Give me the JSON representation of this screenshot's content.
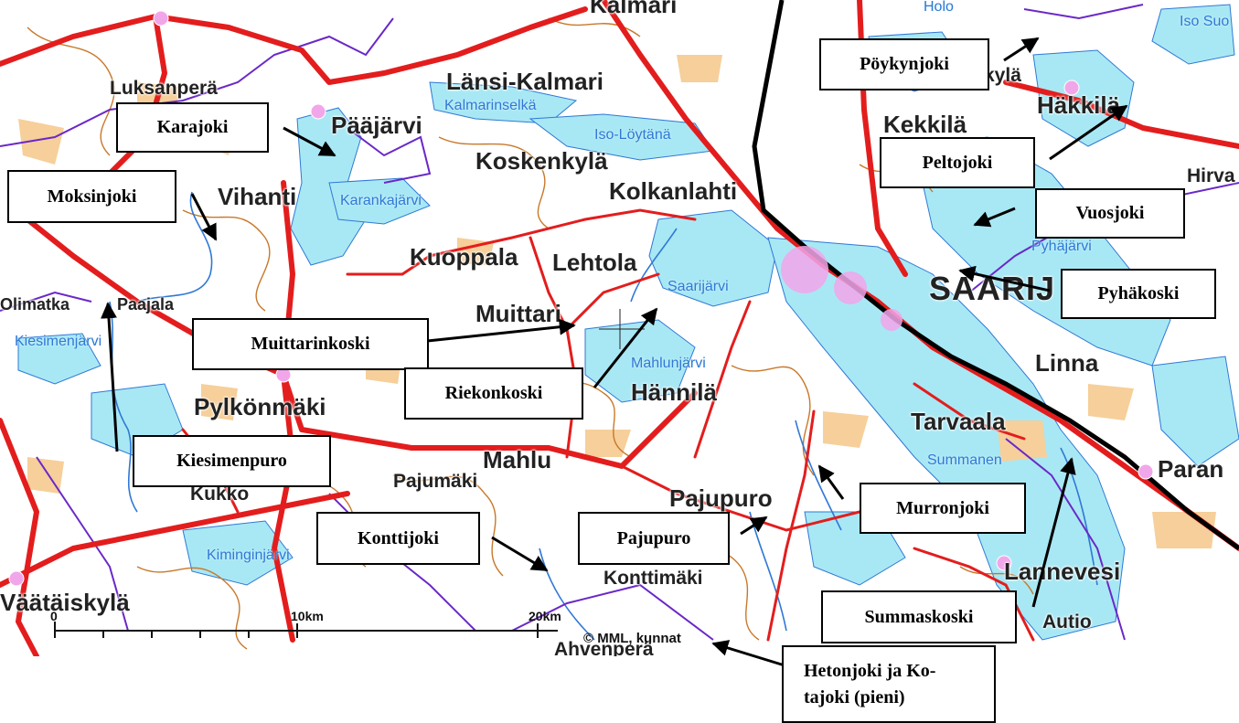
{
  "map": {
    "colors": {
      "water": "#a8e8f4",
      "land": "#ffffff",
      "contour": "#c8782a",
      "field": "#f6cf9a",
      "road_main": "#e31d1d",
      "railway": "#000000",
      "boundary": "#6a28c8",
      "town": "#f2a6ea"
    },
    "places": {
      "kalmari": "Kalmari",
      "luksanpera": "Luksanperä",
      "lansi_kalmari": "Länsi-Kalmari",
      "paajarvi": "Pääjärvi",
      "koskenkyla": "Koskenkylä",
      "kolkanlahti": "Kolkanlahti",
      "vihanti": "Vihanti",
      "kuoppala": "Kuoppala",
      "lehtola": "Lehtola",
      "muittari": "Muittari",
      "olimatka": "Olimatka",
      "paajala": "Paajala",
      "pylkonmaki": "Pylkönmäki",
      "hannila": "Hännilä",
      "mahlu": "Mahlu",
      "pajumaki": "Pajumäki",
      "kukko": "Kukko",
      "pajupuro": "Pajupuro",
      "konttimaki": "Konttimäki",
      "vaataiskyla": "Väätäiskylä",
      "ahvenpera": "Ahvenperä",
      "kekkila": "Kekkilä",
      "hakkila": "Häkkilä",
      "hirva": "Hirva",
      "saarijarvi": "SAARIJ",
      "linna": "Linna",
      "tarvaala": "Tarvaala",
      "parantala": "Paran",
      "lannevesi": "Lannevesi",
      "autio": "Autio",
      "kyla": "kylä"
    },
    "waters": {
      "kalmarinselka": "Kalmarinselkä",
      "iso_loytana": "Iso-Löytänä",
      "karankajarvi": "Karankajärvi",
      "saarijarvi_lake": "Saarijärvi",
      "mahlunjarvi": "Mahlunjärvi",
      "kiesimenjarvi": "Kiesimenjärvi",
      "kiminginjarvi": "Kiminginjärvi",
      "pyhajarvi": "Pyhäjärvi",
      "summanen": "Summanen",
      "iso_suo": "Iso Suo",
      "top_water": "Holo"
    },
    "scale": {
      "zero": "0",
      "ten": "10km",
      "twenty": "20km"
    },
    "credit": "© MML, kunnat"
  },
  "callouts": {
    "poykynjoki": "Pöykynjoki",
    "karajoki": "Karajoki",
    "moksinjoki": "Moksinjoki",
    "peltojoki": "Peltojoki",
    "vuosjoki": "Vuosjoki",
    "pyhakoski": "Pyhäkoski",
    "muittarinkoski": "Muittarinkoski",
    "riekonkoski": "Riekonkoski",
    "kiesimenpuro": "Kiesimenpuro",
    "murronjoki": "Murronjoki",
    "konttijoki": "Konttijoki",
    "pajupuro": "Pajupuro",
    "summaskoski": "Summaskoski",
    "hetonjoki_line1": "Hetonjoki ja Ko-",
    "hetonjoki_line2": "tajoki (pieni)"
  }
}
